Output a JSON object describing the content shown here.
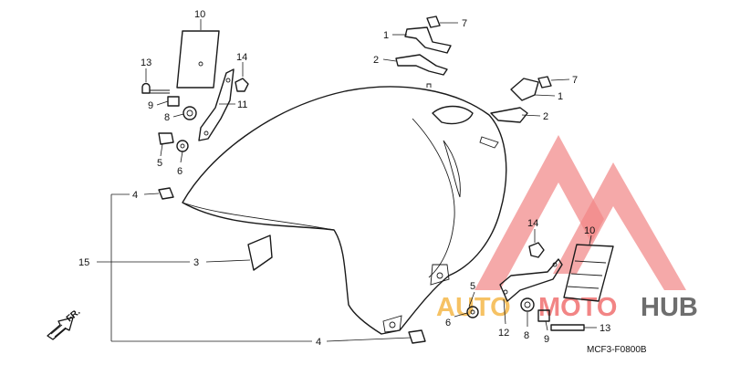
{
  "diagram": {
    "code": "MCF3-F0800B",
    "front_label": "FR.",
    "callouts": [
      {
        "id": "c10a",
        "label": "10"
      },
      {
        "id": "c13a",
        "label": "13"
      },
      {
        "id": "c14a",
        "label": "14"
      },
      {
        "id": "c9a",
        "label": "9"
      },
      {
        "id": "c11",
        "label": "11"
      },
      {
        "id": "c8a",
        "label": "8"
      },
      {
        "id": "c5a",
        "label": "5"
      },
      {
        "id": "c6a",
        "label": "6"
      },
      {
        "id": "c4a",
        "label": "4"
      },
      {
        "id": "c15",
        "label": "15"
      },
      {
        "id": "c3",
        "label": "3"
      },
      {
        "id": "c4b",
        "label": "4"
      },
      {
        "id": "c1a",
        "label": "1"
      },
      {
        "id": "c7a",
        "label": "7"
      },
      {
        "id": "c2a",
        "label": "2"
      },
      {
        "id": "c7b",
        "label": "7"
      },
      {
        "id": "c1b",
        "label": "1"
      },
      {
        "id": "c2b",
        "label": "2"
      },
      {
        "id": "c14b",
        "label": "14"
      },
      {
        "id": "c10b",
        "label": "10"
      },
      {
        "id": "c5b",
        "label": "5"
      },
      {
        "id": "c6b",
        "label": "6"
      },
      {
        "id": "c12",
        "label": "12"
      },
      {
        "id": "c8b",
        "label": "8"
      },
      {
        "id": "c9b",
        "label": "9"
      },
      {
        "id": "c13b",
        "label": "13"
      }
    ]
  },
  "watermark": {
    "word_part1": "AUTO",
    "word_part2": "MOTO",
    "word_part3": "HUB",
    "color_primary": "#f07070",
    "color_secondary": "#f5b84a",
    "color_dark": "#555555"
  }
}
